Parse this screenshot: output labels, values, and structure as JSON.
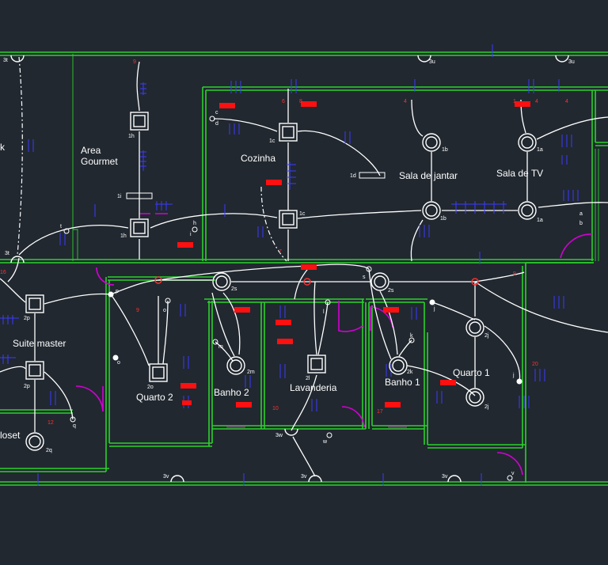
{
  "rooms": {
    "area_gourmet_1": "Area",
    "area_gourmet_2": "Gourmet",
    "cozinha": "Cozinha",
    "sala_jantar": "Sala de jantar",
    "sala_tv": "Sala de TV",
    "suite_master": "Suite master",
    "quarto2": "Quarto 2",
    "banho2": "Banho 2",
    "lavanderia": "Lavanderia",
    "banho1": "Banho 1",
    "quarto1": "Quarto 1",
    "closet": "loset",
    "left_k": "k"
  },
  "tags": {
    "t3t_top": "3t",
    "t3u_a": "3u",
    "t3u_b": "3u",
    "t1h_a": "1h",
    "t1h_b": "1h",
    "t1i": "1i",
    "t1c_a": "1c",
    "t1c_b": "1c",
    "t1d": "1d",
    "t1b_a": "1b",
    "t1b_b": "1b",
    "t1a_a": "1a",
    "t1a_b": "1a",
    "t3t_left": "3t",
    "t2p_a": "2p",
    "t2p_b": "2p",
    "t2q": "2q",
    "t2o": "2o",
    "t2s_a": "2s",
    "t2s_b": "2s",
    "t2m": "2m",
    "t2l": "2l",
    "t2k": "2k",
    "t2j_a": "2j",
    "t2j_b": "2j",
    "t3w": "3w",
    "t3v_a": "3v",
    "t3v_b": "3v",
    "t3v_c": "3v",
    "sw_c": "c",
    "sw_d": "d",
    "sw_t": "t",
    "sw_h": "h",
    "sw_i": "i",
    "sw_p": "p",
    "sw_o": "o",
    "sw_m": "m",
    "sw_l": "l",
    "sw_s": "s",
    "sw_j": "j",
    "sw_k": "k",
    "sw_q": "q",
    "sw_w": "w",
    "sw_v": "v",
    "sw_a": "a",
    "sw_b": "b"
  },
  "circuits": {
    "n1": "1",
    "n4a": "4",
    "n4b": "4",
    "n4c": "4",
    "n6": "6",
    "n7": "7",
    "n8": "8",
    "n9a": "9",
    "n9b": "9",
    "n9c": "9",
    "n10": "10",
    "n12": "12",
    "n16": "16",
    "n17": "17",
    "n20": "20"
  },
  "colors": {
    "background": "#212830",
    "walls": "#2bd12b",
    "wiring": "#ffffff",
    "doors": "#d400d4",
    "conduit_symbols": "#3a3aff",
    "outlet_blocks": "#ff1010"
  }
}
